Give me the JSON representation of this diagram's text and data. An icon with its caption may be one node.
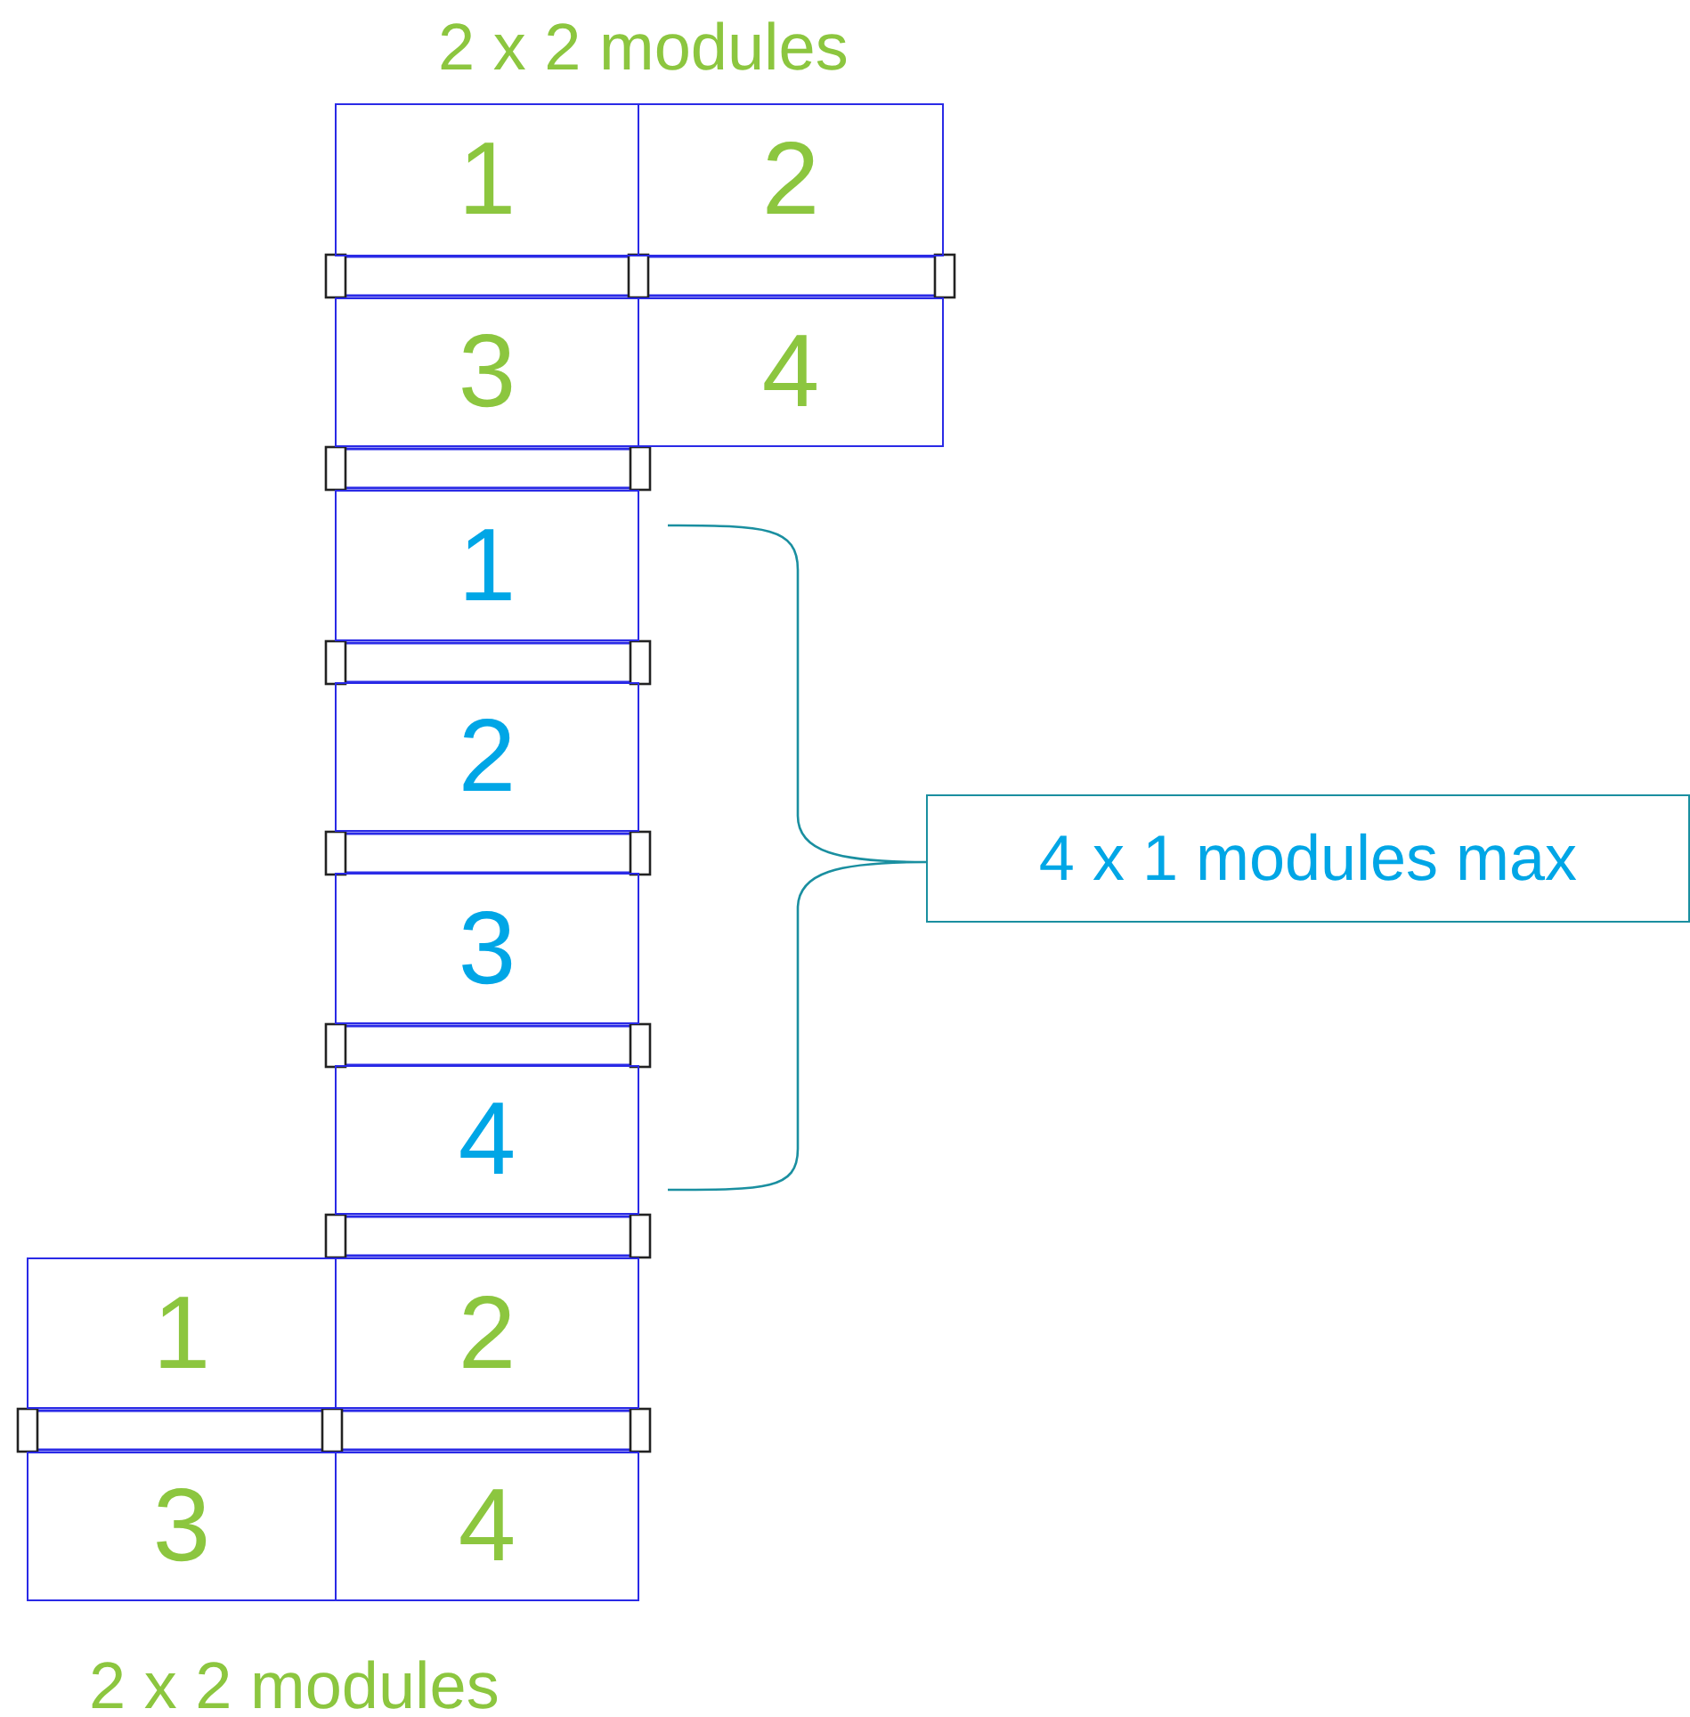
{
  "diagram": {
    "nodes": [
      {
        "text": [
          "1"
        ]
      },
      {
        "text": [
          "2"
        ]
      },
      {
        "text": [
          "3"
        ]
      },
      {
        "text": [
          "4"
        ]
      },
      {
        "text": [
          "1"
        ]
      },
      {
        "text": [
          "2"
        ]
      },
      {
        "text": [
          "3"
        ]
      },
      {
        "text": [
          "4"
        ]
      },
      {
        "text": [
          "1"
        ]
      },
      {
        "text": [
          "2"
        ]
      },
      {
        "text": [
          "3"
        ]
      },
      {
        "text": [
          "4"
        ]
      },
      {
        "text": [
          "4 x 1 modules max"
        ]
      }
    ],
    "labels": [
      "2 x 2 modules",
      "2 x 2 modules"
    ]
  }
}
